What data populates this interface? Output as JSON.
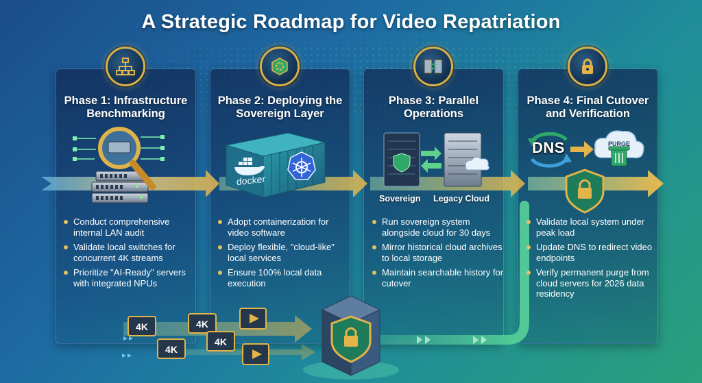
{
  "title": "A Strategic Roadmap for Video Repatriation",
  "phases": [
    {
      "title": "Phase 1: Infrastructure Benchmarking",
      "icon": "network-diagram-icon",
      "bullets": [
        "Conduct comprehensive internal LAN audit",
        "Validate local switches for concurrent 4K streams",
        "Prioritize \"AI-Ready\" servers with integrated NPUs"
      ]
    },
    {
      "title": "Phase 2: Deploying the Sovereign Layer",
      "icon": "cube-gear-icon",
      "bullets": [
        "Adopt containerization for video software",
        "Deploy flexible, \"cloud-like\" local services",
        "Ensure 100% local data execution"
      ]
    },
    {
      "title": "Phase 3: Parallel Operations",
      "icon": "sync-servers-icon",
      "bullets": [
        "Run sovereign system alongside cloud for 30 days",
        "Mirror historical cloud archives to local storage",
        "Maintain searchable history for cutover"
      ]
    },
    {
      "title": "Phase 4: Final Cutover and Verification",
      "icon": "padlock-icon",
      "bullets": [
        "Validate local system under peak load",
        "Update DNS to redirect video endpoints",
        "Verify permanent purge from cloud servers for 2026 data residency"
      ]
    }
  ],
  "illustrations": {
    "docker_label": "docker",
    "sovereign_label": "Sovereign",
    "legacy_label": "Legacy Cloud",
    "dns_label": "DNS",
    "purge_label": "PURGE",
    "stream_label": "4K"
  },
  "colors": {
    "gold": "#d7b04a",
    "panel": "#12305a",
    "accent_green": "#2fa86a"
  }
}
